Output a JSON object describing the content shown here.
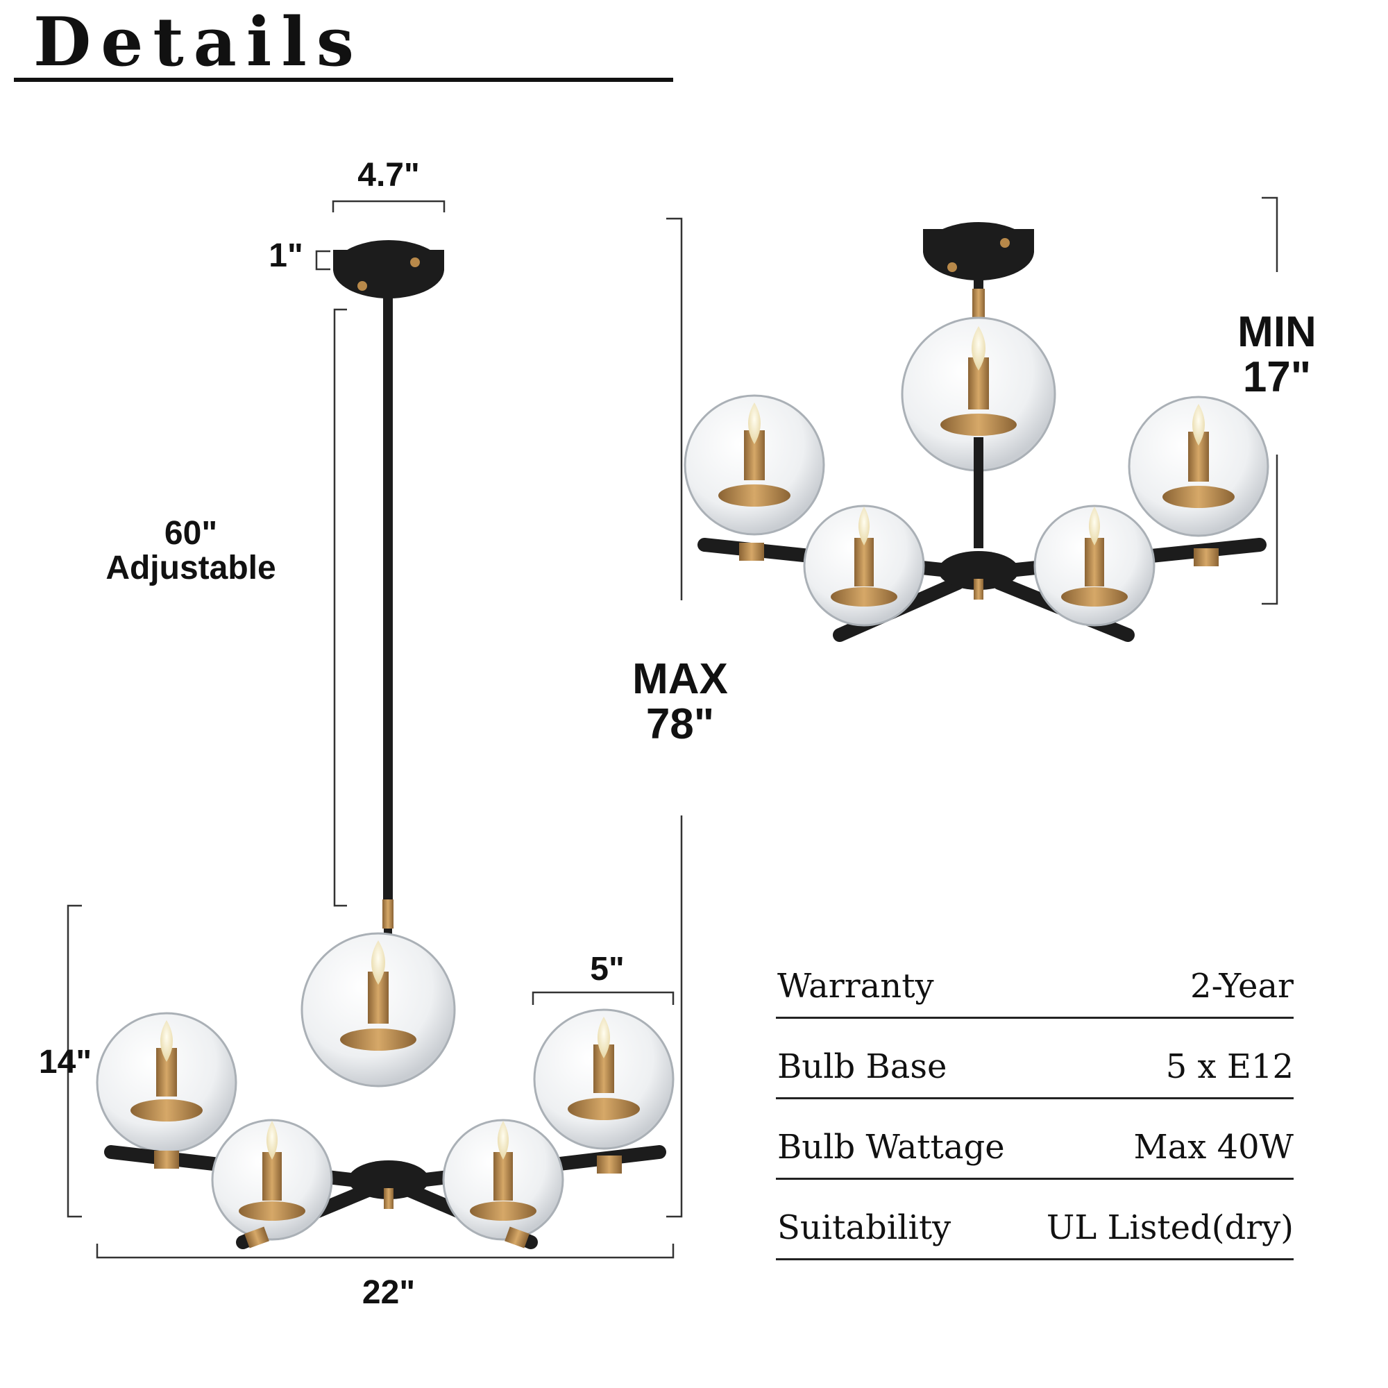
{
  "header": {
    "title": "Details"
  },
  "dimensions": {
    "canopy_width": "4.7\"",
    "canopy_height": "1\"",
    "rod_length": "60\"",
    "rod_note": "Adjustable",
    "max_label": "MAX",
    "max_value": "78\"",
    "min_label": "MIN",
    "min_value": "17\"",
    "body_height": "14\"",
    "globe_diameter": "5\"",
    "body_width": "22\""
  },
  "specs": [
    {
      "label": "Warranty",
      "value": "2-Year"
    },
    {
      "label": "Bulb Base",
      "value": "5 x E12"
    },
    {
      "label": "Bulb Wattage",
      "value": "Max 40W"
    },
    {
      "label": "Suitability",
      "value": "UL Listed(dry)"
    }
  ],
  "colors": {
    "metal": "#1c1c1c",
    "brass": "#b8894a",
    "glass": "#e9ecef",
    "flame": "#fff6d6"
  }
}
